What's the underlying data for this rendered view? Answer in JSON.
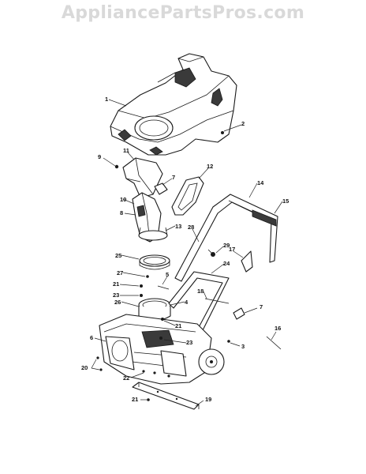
{
  "watermark": "AppliancePartsPros.com",
  "callouts": [
    {
      "id": "c1",
      "label": "1"
    },
    {
      "id": "c2",
      "label": "2"
    },
    {
      "id": "c9",
      "label": "9"
    },
    {
      "id": "c11",
      "label": "11"
    },
    {
      "id": "c7a",
      "label": "7"
    },
    {
      "id": "c12",
      "label": "12"
    },
    {
      "id": "c10",
      "label": "10"
    },
    {
      "id": "c8",
      "label": "8"
    },
    {
      "id": "c13",
      "label": "13"
    },
    {
      "id": "c14",
      "label": "14"
    },
    {
      "id": "c15",
      "label": "15"
    },
    {
      "id": "c28",
      "label": "28"
    },
    {
      "id": "c29",
      "label": "29"
    },
    {
      "id": "c17",
      "label": "17"
    },
    {
      "id": "c25",
      "label": "25"
    },
    {
      "id": "c24",
      "label": "24"
    },
    {
      "id": "c27",
      "label": "27"
    },
    {
      "id": "c5",
      "label": "5"
    },
    {
      "id": "c21a",
      "label": "21"
    },
    {
      "id": "c23a",
      "label": "23"
    },
    {
      "id": "c18",
      "label": "18"
    },
    {
      "id": "c26",
      "label": "26"
    },
    {
      "id": "c4",
      "label": "4"
    },
    {
      "id": "c7b",
      "label": "7"
    },
    {
      "id": "c21b",
      "label": "21"
    },
    {
      "id": "c23b",
      "label": "23"
    },
    {
      "id": "c16",
      "label": "16"
    },
    {
      "id": "c6",
      "label": "6"
    },
    {
      "id": "c3",
      "label": "3"
    },
    {
      "id": "c20",
      "label": "20"
    },
    {
      "id": "c22",
      "label": "22"
    },
    {
      "id": "c21c",
      "label": "21"
    },
    {
      "id": "c19",
      "label": "19"
    }
  ]
}
